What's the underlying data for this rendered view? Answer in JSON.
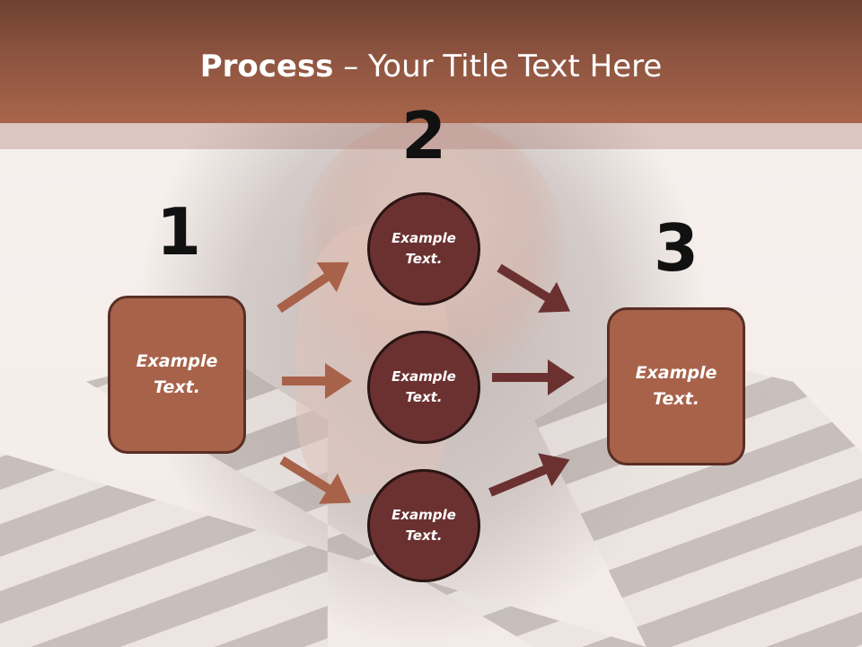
{
  "slide": {
    "title": {
      "strong": "Process",
      "rest": " – Your Title Text Here"
    },
    "steps": [
      {
        "number": "1",
        "text": "Example Text."
      },
      {
        "number": "2",
        "items": [
          "Example Text.",
          "Example Text.",
          "Example Text."
        ]
      },
      {
        "number": "3",
        "text": "Example Text."
      }
    ]
  },
  "colors": {
    "title_bar": "#a8654a",
    "box_fill": "#a8624a",
    "circle_fill": "#6b3131",
    "arrow_left": "#a8624a",
    "arrow_right": "#6b3131"
  }
}
